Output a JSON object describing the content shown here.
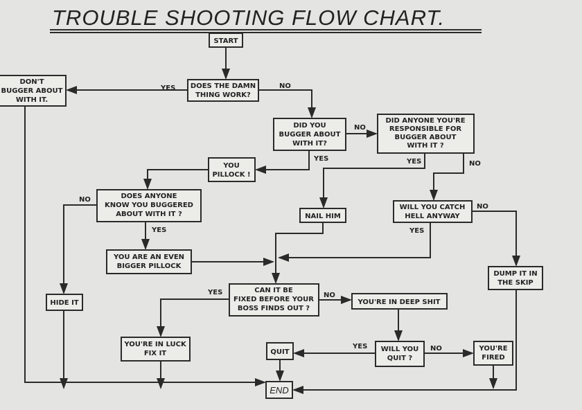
{
  "title": "TROUBLE SHOOTING FLOW CHART.",
  "nodes": {
    "start": [
      "START"
    ],
    "works": [
      "DOES THE DAMN",
      "THING WORK?"
    ],
    "dont": [
      "DON'T",
      "BUGGER ABOUT",
      "WITH IT."
    ],
    "did_you": [
      "DID YOU",
      "BUGGER ABOUT",
      "WITH IT?"
    ],
    "anyone_resp": [
      "DID ANYONE YOU'RE",
      "RESPONSIBLE FOR",
      "BUGGER ABOUT",
      "WITH IT ?"
    ],
    "pillock": [
      "YOU",
      "PILLOCK !"
    ],
    "know": [
      "DOES ANYONE",
      "KNOW YOU BUGGERED",
      "ABOUT WITH IT ?"
    ],
    "nail": [
      "NAIL HIM"
    ],
    "catch_hell": [
      "WILL YOU CATCH",
      "HELL ANYWAY"
    ],
    "even_bigger": [
      "YOU ARE AN EVEN",
      "BIGGER PILLOCK"
    ],
    "dump": [
      "DUMP IT IN",
      "THE SKIP"
    ],
    "hide": [
      "HIDE IT"
    ],
    "fixed": [
      "CAN IT BE",
      "FIXED BEFORE YOUR",
      "BOSS FINDS OUT ?"
    ],
    "deep": [
      "YOU'RE IN DEEP SHIT"
    ],
    "luck": [
      "YOU'RE IN LUCK",
      "FIX IT"
    ],
    "quit": [
      "QUIT"
    ],
    "will_quit": [
      "WILL YOU",
      "QUIT ?"
    ],
    "fired": [
      "YOU'RE",
      "FIRED"
    ],
    "end": [
      "END"
    ]
  },
  "edge_labels": {
    "works_yes": "YES",
    "works_no": "NO",
    "did_no": "NO",
    "did_yes": "YES",
    "resp_yes": "YES",
    "resp_no": "NO",
    "know_no": "NO",
    "know_yes": "YES",
    "hell_no": "NO",
    "hell_yes": "YES",
    "fixed_yes": "YES",
    "fixed_no": "NO",
    "quit_yes": "YES",
    "quit_no": "NO"
  }
}
